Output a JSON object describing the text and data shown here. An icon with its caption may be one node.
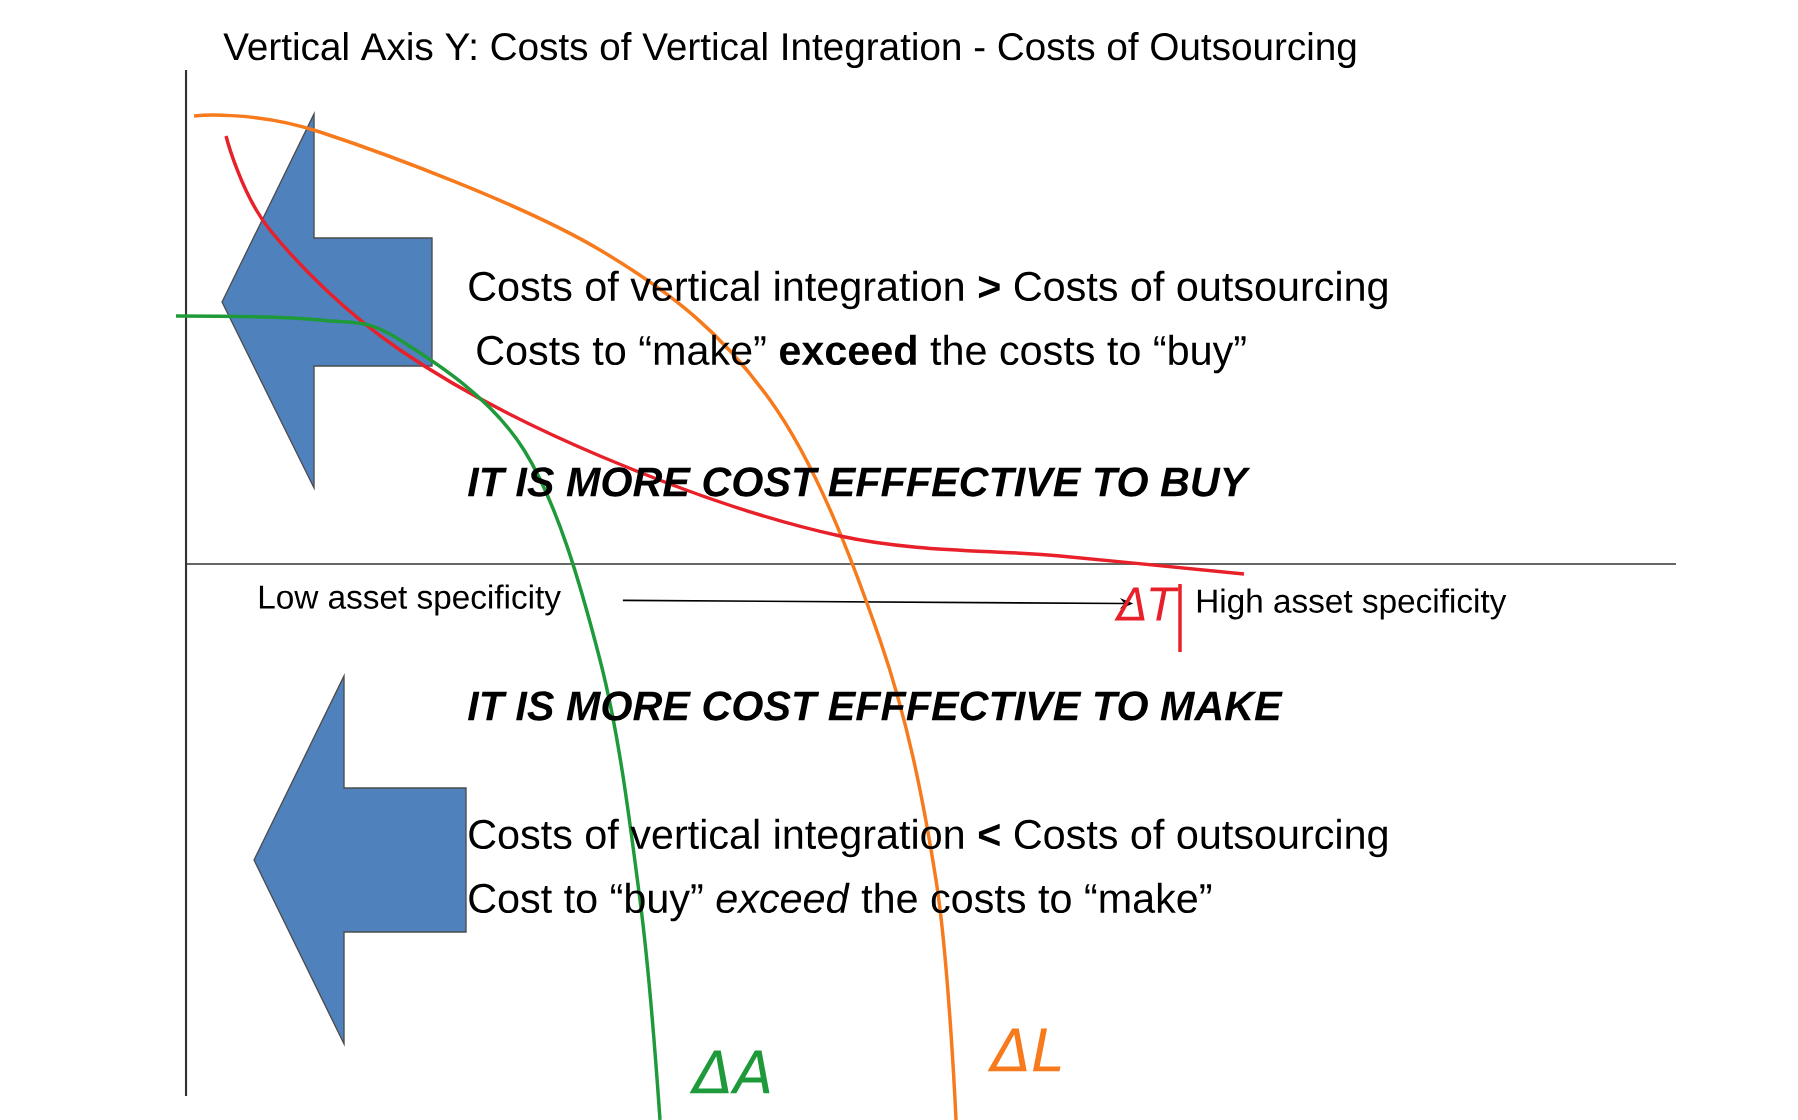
{
  "diagram": {
    "title": "Vertical Axis Y: Costs of Vertical Integration - Costs of Outsourcing",
    "nodes": [
      {
        "text": [
          "Low asset specificity"
        ]
      },
      {
        "text": [
          "High asset specificity"
        ]
      }
    ],
    "edges": [
      {
        "from": 0,
        "to": 1,
        "arrow": "to"
      }
    ],
    "labels": [
      "Costs of vertical integration **>** Costs of outsourcing",
      "Costs to “make” **exceed** the costs to “buy”",
      "IT IS MORE COST EFFFECTIVE TO BUY",
      "ΔT",
      "IT IS MORE COST EFFFECTIVE TO MAKE",
      "Costs of vertical integration **<** Costs of outsourcing",
      "Cost to “buy” *exceed* the costs to “make”",
      "ΔA",
      "ΔL"
    ]
  }
}
